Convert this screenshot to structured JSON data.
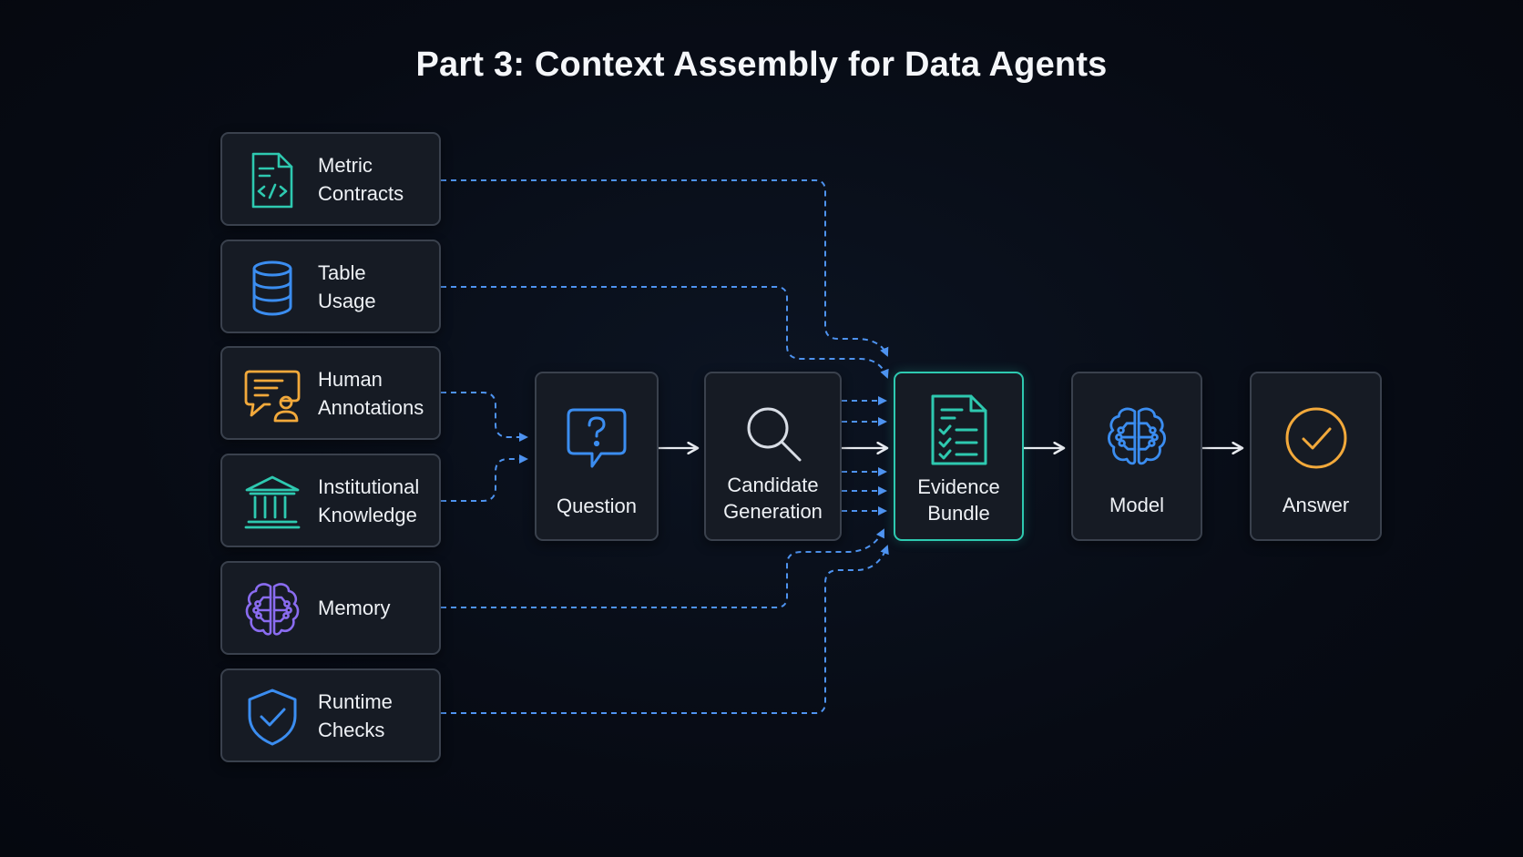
{
  "title": "Part 3: Context Assembly for Data Agents",
  "sources": [
    {
      "label_line1": "Metric",
      "label_line2": "Contracts",
      "icon": "code-document-icon",
      "color": "#2ec9b0"
    },
    {
      "label_line1": "Table",
      "label_line2": "Usage",
      "icon": "database-icon",
      "color": "#3b8df0"
    },
    {
      "label_line1": "Human",
      "label_line2": "Annotations",
      "icon": "chat-person-icon",
      "color": "#f2a93b"
    },
    {
      "label_line1": "Institutional",
      "label_line2": "Knowledge",
      "icon": "institution-icon",
      "color": "#2ec9b0"
    },
    {
      "label_line1": "Memory",
      "label_line2": "",
      "icon": "brain-icon",
      "color": "#8a6cf0"
    },
    {
      "label_line1": "Runtime",
      "label_line2": "Checks",
      "icon": "shield-check-icon",
      "color": "#3b8df0"
    }
  ],
  "flow": [
    {
      "label_line1": "Question",
      "label_line2": "",
      "icon": "question-bubble-icon",
      "color": "#3b8df0"
    },
    {
      "label_line1": "Candidate",
      "label_line2": "Generation",
      "icon": "magnifier-icon",
      "color": "#d8dde5"
    },
    {
      "label_line1": "Evidence",
      "label_line2": "Bundle",
      "icon": "checklist-document-icon",
      "color": "#2ec9b0"
    },
    {
      "label_line1": "Model",
      "label_line2": "",
      "icon": "brain-icon",
      "color": "#3b8df0"
    },
    {
      "label_line1": "Answer",
      "label_line2": "",
      "icon": "check-circle-icon",
      "color": "#f2a93b"
    }
  ],
  "colors": {
    "background": "#070b14",
    "card": "#161b24",
    "card_border": "#3a414d",
    "highlight_border": "#2ec9b0",
    "dashed_connector": "#4e93f0",
    "solid_arrow": "#e8ebf0"
  }
}
